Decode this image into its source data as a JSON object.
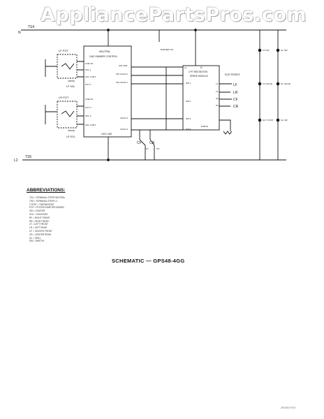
{
  "watermark": "AppliancePartsPros.com",
  "lines": {
    "top_terminal": "TS4",
    "bottom_terminal": "TS5",
    "n": "N",
    "l2": "L2"
  },
  "gas_control": {
    "title1": "NEUTRAL",
    "title2": "GAS SIMMER CONTROL",
    "pins": [
      "LINE 1N",
      "SOL 1",
      "SOL 1 RET",
      "POT 1",
      "LINE 2N",
      "POT 2",
      "SOL 2",
      "SOL 2 RET"
    ],
    "right_pins": [
      "SW LINE",
      "SIG CHAN 2",
      "SIG CHAN 1",
      "CHAN 3",
      "CHAN 4"
    ],
    "bottom": "120V LINE"
  },
  "pots": {
    "lf_pot": "LF POT",
    "lr_pot": "LR POT",
    "lf_sol": "LF SOL",
    "lr_sol": "LR SOL",
    "sol_cap": "(38000)"
  },
  "module": {
    "n": "N",
    "title1": "4 PT REIGNITION",
    "title2": "SPARK MODULE",
    "pins": [
      "L1",
      "SW 1",
      "SW 2",
      "SW 3",
      "SW 4"
    ],
    "earth": "EARTH",
    "outputs": [
      "L1",
      "L2",
      "S3",
      "S4"
    ]
  },
  "electrodes": {
    "title": "ELECTRODES",
    "labels": [
      "LF",
      "LR",
      "CF",
      "CR"
    ]
  },
  "burner_on": "BURNER ON",
  "switches": [
    "CF",
    "CR"
  ],
  "switch_codes": [
    "NO",
    "NO"
  ],
  "right_column": {
    "left": [
      "C2 SW",
      "C2 VALVE",
      "GO T-STAT"
    ],
    "right": [
      "GL SW",
      "GL VALVE",
      "GL SW"
    ]
  },
  "abbreviations": {
    "title": "ABBREVIATIONS:",
    "items": [
      "TS4 = TERMINAL STRIP NEUTRAL",
      "TS5 = TERMINAL STRIP L2",
      "T-STAT = THERMOSTAT",
      "POT = POTENTIOMETER BOARD",
      "IGN = IGNITER",
      "SOL = SOLENOID",
      "RF = RIGHT FRONT",
      "RR = RIGHT REAR",
      "LF = LEFT FRONT",
      "LR = LEFT REAR",
      "CF = CENTER FRONT",
      "CR = CENTER REAR",
      "GL = GRILL",
      "SW = SWITCH"
    ]
  },
  "schematic_title": "SCHEMATIC — GPS48-4GG",
  "footer_code": "2EX00LTXXX"
}
